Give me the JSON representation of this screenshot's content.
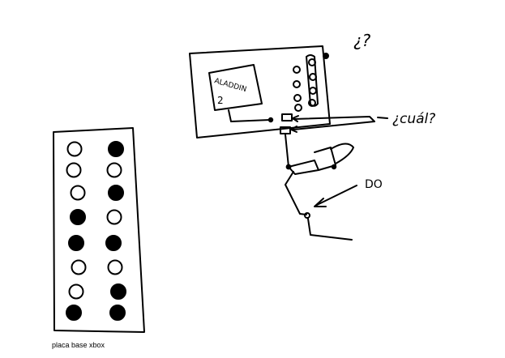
{
  "caption": "placa base xbox",
  "labels": {
    "question_top": "¿?",
    "question_which": "¿cuál?",
    "do_label": "DO",
    "chip_name": "ALADDIN",
    "chip_number": "2"
  },
  "pin_header": {
    "left_column": [
      "open",
      "open",
      "open",
      "filled",
      "filled",
      "open",
      "open",
      "filled"
    ],
    "right_column": [
      "filled",
      "open",
      "filled",
      "open",
      "filled",
      "open",
      "filled",
      "filled"
    ]
  },
  "colors": {
    "ink": "#000000",
    "paper": "#ffffff"
  }
}
